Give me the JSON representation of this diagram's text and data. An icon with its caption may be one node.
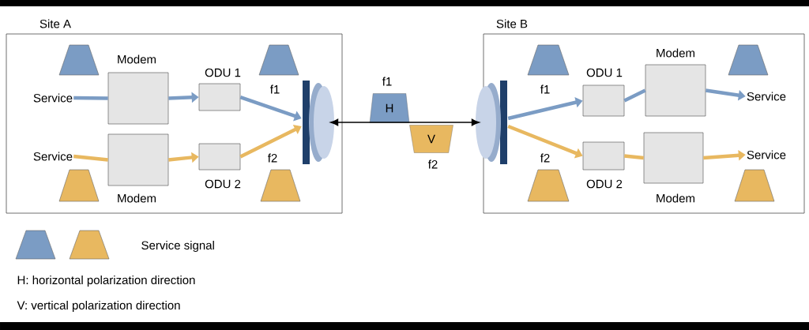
{
  "diagram": {
    "nodes": [
      {
        "text": [
          "Site A"
        ]
      },
      {
        "text": [
          "Service"
        ],
        "in": 0
      },
      {
        "text": [
          "Modem"
        ],
        "in": 0
      },
      {
        "text": [
          "ODU 1"
        ],
        "in": 0
      },
      {
        "text": [
          "Service"
        ],
        "in": 0
      },
      {
        "text": [
          "Modem"
        ],
        "in": 0
      },
      {
        "text": [
          "ODU 2"
        ],
        "in": 0
      },
      {
        "text": [],
        "shape": "antenna",
        "in": 0
      },
      {
        "text": [
          "Site B"
        ]
      },
      {
        "text": [],
        "shape": "antenna",
        "in": 8
      },
      {
        "text": [
          "ODU 1"
        ],
        "in": 8
      },
      {
        "text": [
          "Modem"
        ],
        "in": 8
      },
      {
        "text": [
          "Service"
        ],
        "in": 8
      },
      {
        "text": [
          "ODU 2"
        ],
        "in": 8
      },
      {
        "text": [
          "Modem"
        ],
        "in": 8
      },
      {
        "text": [
          "Service"
        ],
        "in": 8
      },
      {
        "text": [
          "H"
        ],
        "beside": [
          "f1"
        ]
      },
      {
        "text": [
          "V"
        ],
        "beside": [
          "f2"
        ]
      }
    ],
    "edges": [
      {
        "from": 1,
        "to": 2,
        "arrow": "none",
        "color": "#7b9cc4"
      },
      {
        "from": 2,
        "to": 3,
        "arrow": "to",
        "color": "#7b9cc4"
      },
      {
        "from": 3,
        "to": 7,
        "arrow": "to",
        "color": "#7b9cc4",
        "label": "f1"
      },
      {
        "from": 4,
        "to": 5,
        "arrow": "none",
        "color": "#e8b860"
      },
      {
        "from": 5,
        "to": 6,
        "arrow": "to",
        "color": "#e8b860"
      },
      {
        "from": 6,
        "to": 7,
        "arrow": "to",
        "color": "#e8b860",
        "label": "f2"
      },
      {
        "from": 7,
        "to": 9,
        "arrow": "both",
        "color": "#000000"
      },
      {
        "from": 9,
        "to": 10,
        "arrow": "to",
        "color": "#7b9cc4",
        "label": "f1"
      },
      {
        "from": 10,
        "to": 11,
        "arrow": "none",
        "color": "#7b9cc4"
      },
      {
        "from": 11,
        "to": 12,
        "arrow": "to",
        "color": "#7b9cc4"
      },
      {
        "from": 9,
        "to": 13,
        "arrow": "to",
        "color": "#e8b860",
        "label": "f2"
      },
      {
        "from": 13,
        "to": 14,
        "arrow": "none",
        "color": "#e8b860"
      },
      {
        "from": 14,
        "to": 15,
        "arrow": "to",
        "color": "#e8b860"
      }
    ],
    "labels": [
      "H: horizontal polarization direction",
      "V: vertical polarization direction"
    ],
    "legend": [
      {
        "text": "Service signal"
      }
    ]
  }
}
